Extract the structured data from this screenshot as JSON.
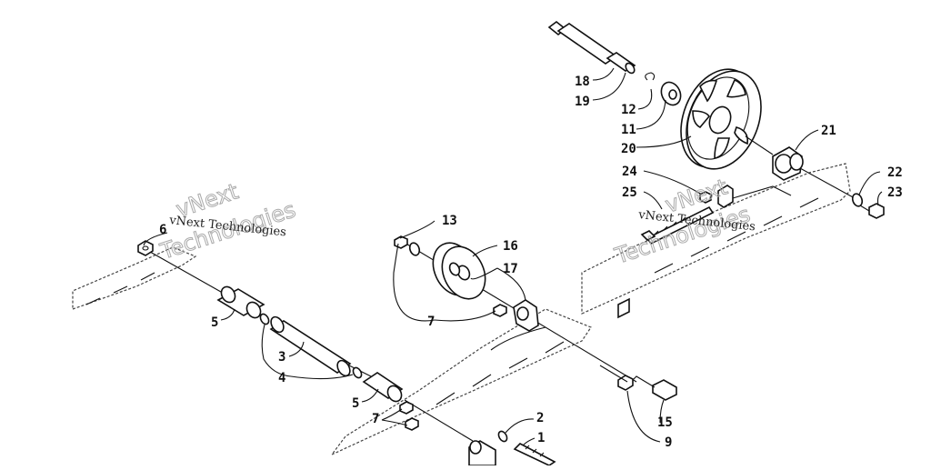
{
  "watermarks": [
    {
      "line1": "vNext Technologies",
      "line2": "Technologies"
    },
    {
      "line1": "vNext Technologies",
      "line2": "Technologies"
    }
  ],
  "watermark_logo": "vNext",
  "callouts": [
    {
      "id": "c1",
      "label": "1"
    },
    {
      "id": "c2",
      "label": "2"
    },
    {
      "id": "c3",
      "label": "3"
    },
    {
      "id": "c4",
      "label": "4"
    },
    {
      "id": "c5a",
      "label": "5"
    },
    {
      "id": "c5b",
      "label": "5"
    },
    {
      "id": "c6",
      "label": "6"
    },
    {
      "id": "c7a",
      "label": "7"
    },
    {
      "id": "c7b",
      "label": "7"
    },
    {
      "id": "c9",
      "label": "9"
    },
    {
      "id": "c11",
      "label": "11"
    },
    {
      "id": "c12",
      "label": "12"
    },
    {
      "id": "c13",
      "label": "13"
    },
    {
      "id": "c15",
      "label": "15"
    },
    {
      "id": "c16",
      "label": "16"
    },
    {
      "id": "c17",
      "label": "17"
    },
    {
      "id": "c18",
      "label": "18"
    },
    {
      "id": "c19",
      "label": "19"
    },
    {
      "id": "c20",
      "label": "20"
    },
    {
      "id": "c21",
      "label": "21"
    },
    {
      "id": "c22",
      "label": "22"
    },
    {
      "id": "c23",
      "label": "23"
    },
    {
      "id": "c24",
      "label": "24"
    },
    {
      "id": "c25",
      "label": "25"
    }
  ]
}
